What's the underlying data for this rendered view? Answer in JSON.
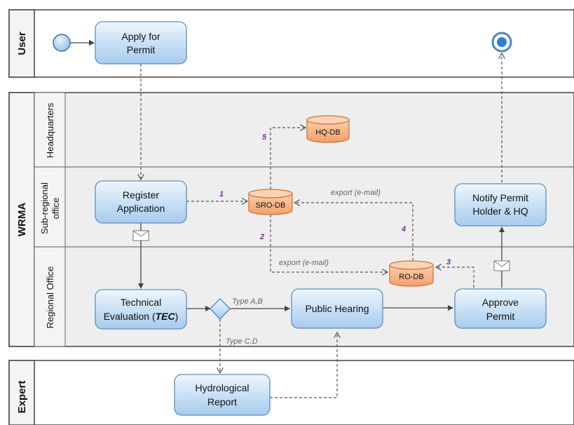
{
  "pools": {
    "user": "User",
    "wrma": "WRMA",
    "expert": "Expert"
  },
  "lanes": {
    "headquarters": "Headquarters",
    "subregional": [
      "Sub-regional",
      "office"
    ],
    "regional": "Regional Office"
  },
  "tasks": {
    "apply": [
      "Apply for",
      "Permit"
    ],
    "register": [
      "Register",
      "Application"
    ],
    "technical": [
      "Technical",
      "Evaluation (",
      "TEC",
      ")"
    ],
    "public_hearing": "Public Hearing",
    "approve": [
      "Approve",
      "Permit"
    ],
    "notify": [
      "Notify Permit",
      "Holder & HQ"
    ],
    "hydrological": [
      "Hydrological",
      "Report"
    ]
  },
  "databases": {
    "hq": "HQ-DB",
    "sro": "SRO-DB",
    "ro": "RO-DB"
  },
  "flow_labels": {
    "export_top": "export (e-mail)",
    "export_bottom": "export (e-mail)",
    "type_ab": "Type A,B",
    "type_cd": "Type C,D",
    "n1": "1",
    "n2": "2",
    "n3": "3",
    "n4": "4",
    "n5": "5"
  },
  "colors": {
    "task_fill_top": "#e6f1fb",
    "task_fill_bottom": "#a9cdee",
    "task_stroke": "#5b8fc2",
    "db_fill": "#f6b183",
    "db_stroke": "#c8703c",
    "lane_bg": "#eeeeee",
    "number_purple": "#7a2a9a"
  }
}
